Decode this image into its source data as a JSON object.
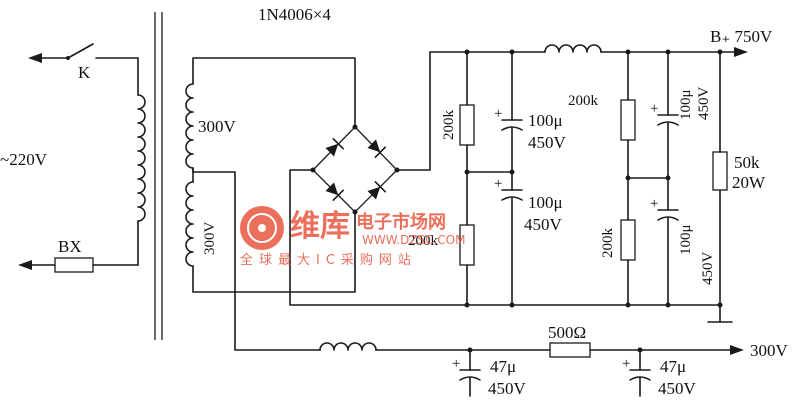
{
  "labels": {
    "diode_bridge": "1N4006×4",
    "switch": "K",
    "mains": "~220V",
    "fuse": "BX",
    "winding_upper": "300V",
    "winding_lower": "300V",
    "output_high": "B₊ 750V",
    "output_low": "300V"
  },
  "components": {
    "r1": "200k",
    "r2": "200k",
    "r3": "200k",
    "r4": "200k",
    "r_load": "50k",
    "r_load_power": "20W",
    "r_series": "500Ω",
    "c1_value": "100μ",
    "c1_voltage": "450V",
    "c2_value": "100μ",
    "c2_voltage": "450V",
    "c3_value": "100μ",
    "c3_voltage": "450V",
    "c4_value": "100μ",
    "c4_voltage": "450V",
    "c5_value": "47μ",
    "c5_voltage": "450V",
    "c6_value": "47μ",
    "c6_voltage": "450V"
  },
  "watermark": {
    "brand": "维库",
    "brand_sub": "电子市场网",
    "url": "WWW.DZSC.COM",
    "slogan": "全球最大IC采购网站"
  }
}
